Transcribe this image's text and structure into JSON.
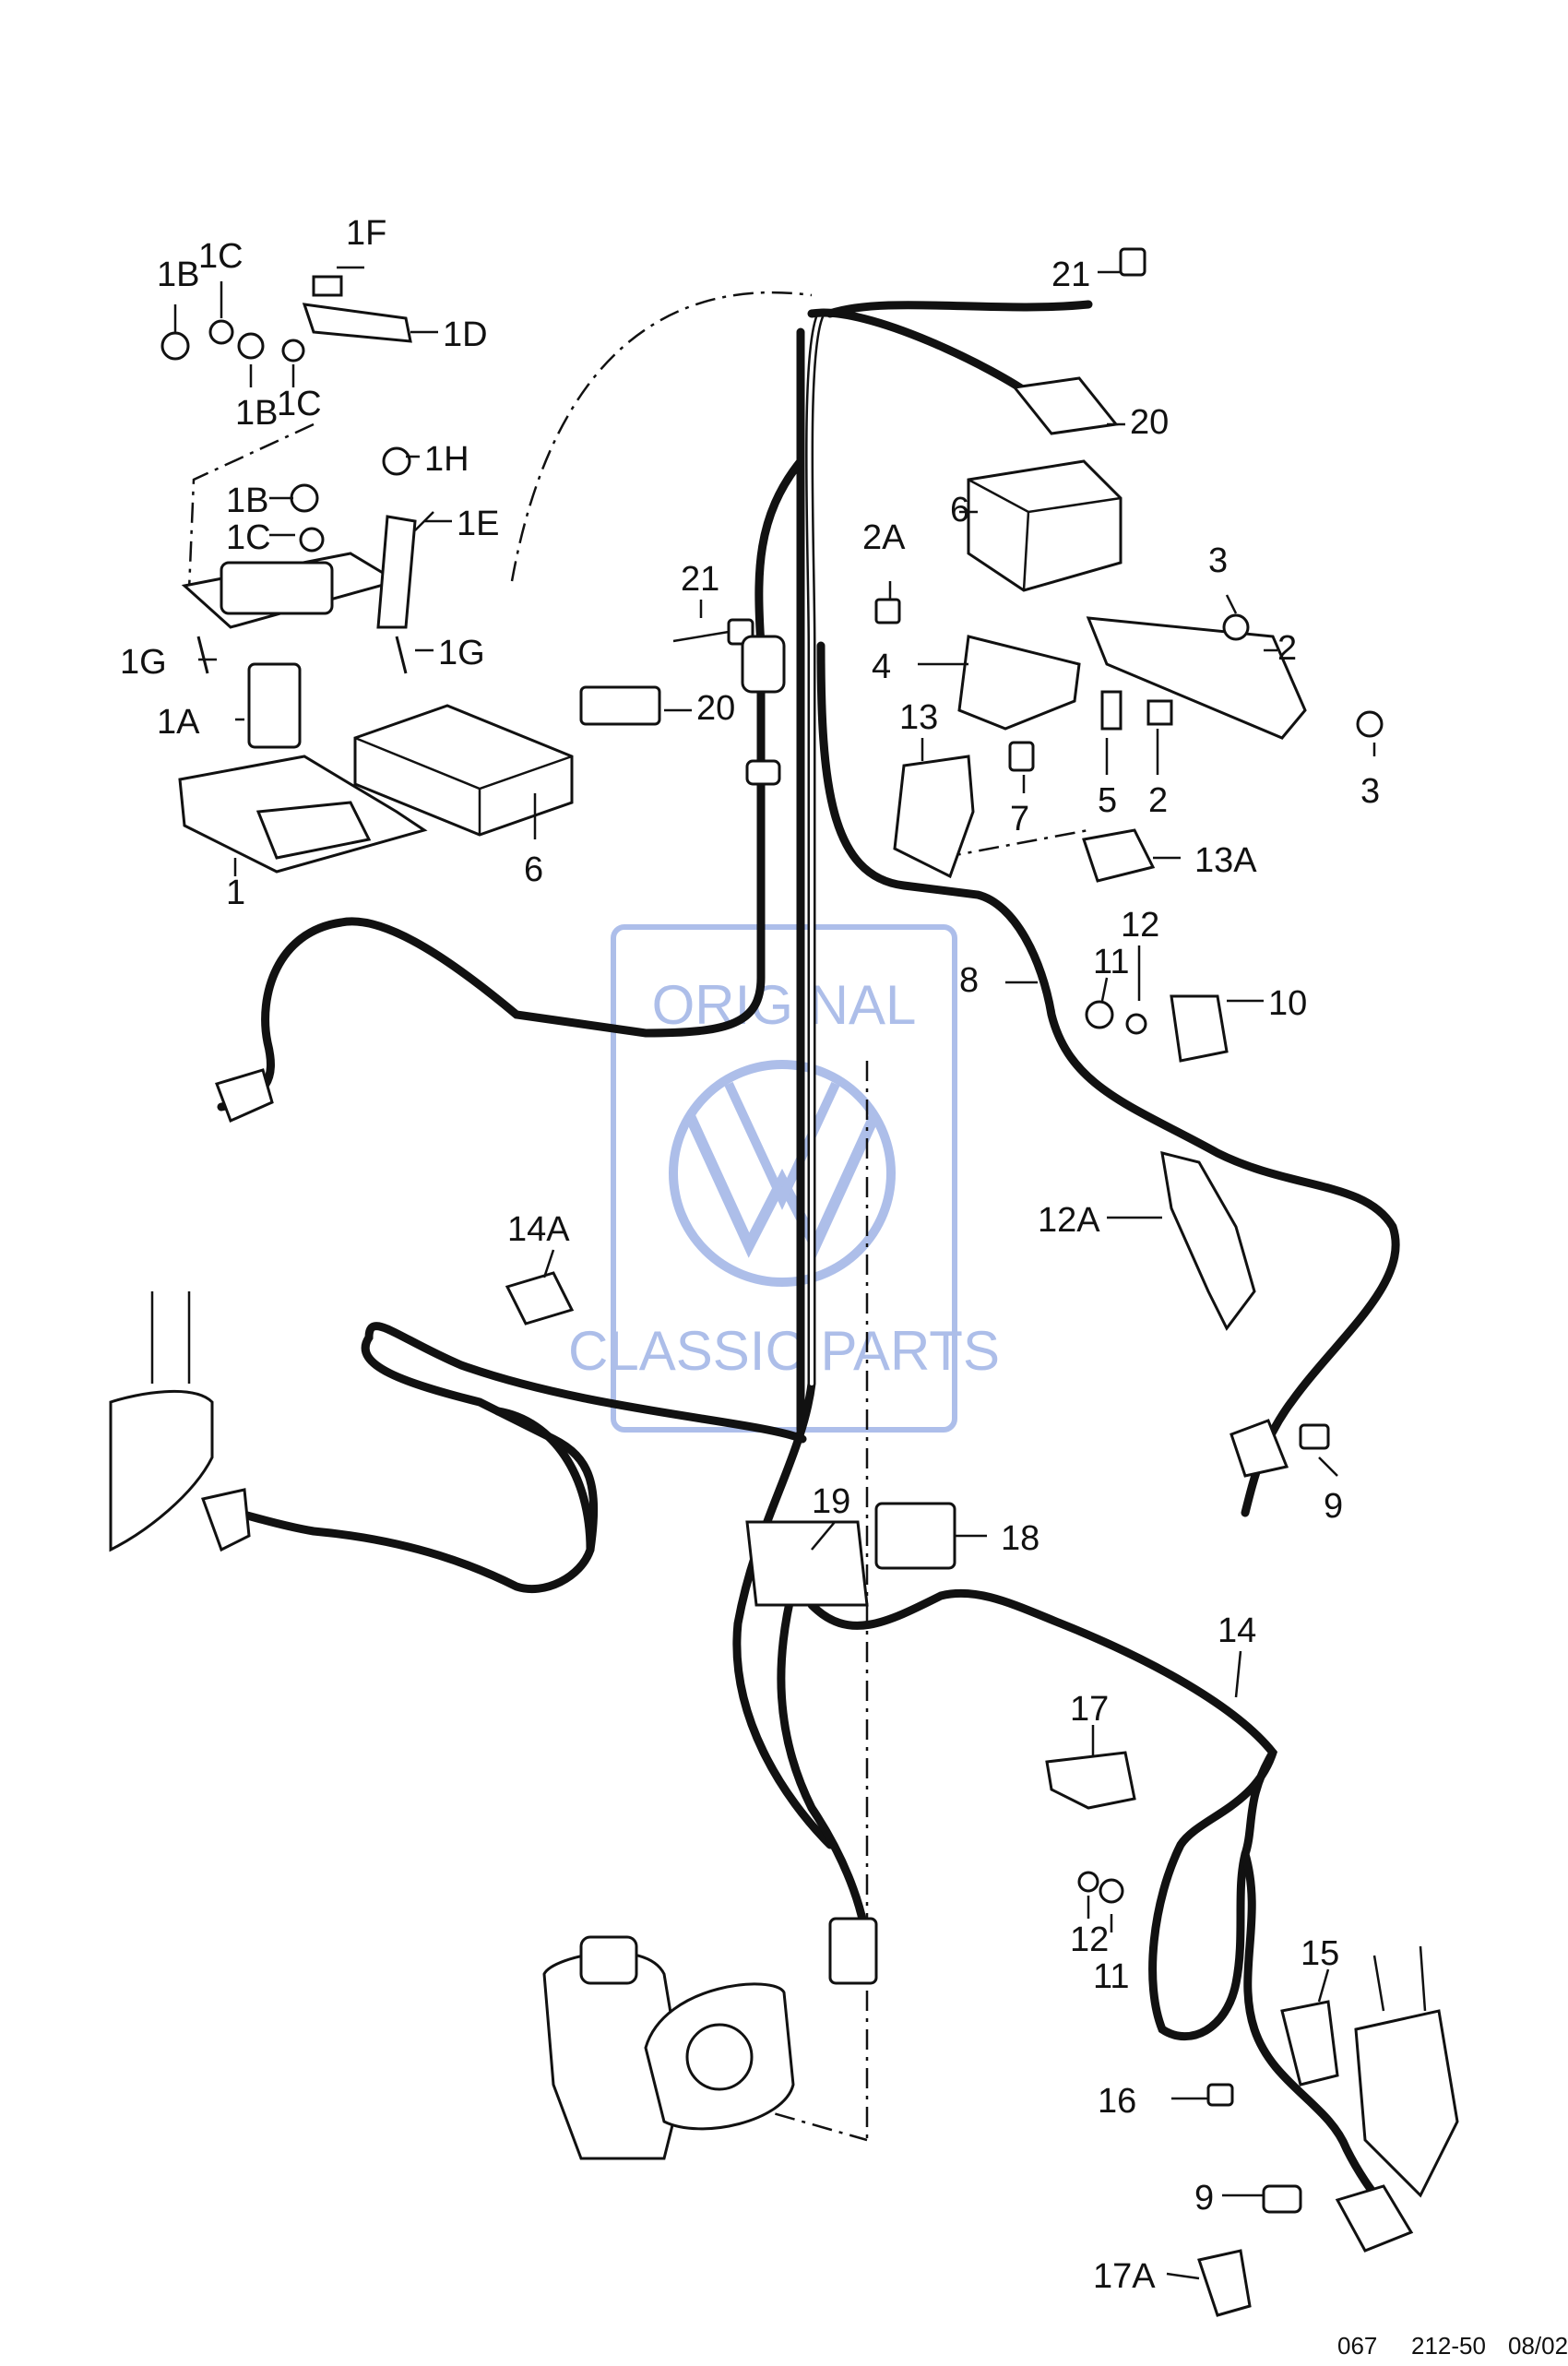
{
  "diagram": {
    "labels": {
      "l1F": "1F",
      "l1C_top": "1C",
      "l1B_top": "1B",
      "l1D": "1D",
      "l1B_mid": "1B",
      "l1C_mid": "1C",
      "l1H": "1H",
      "l1E": "1E",
      "l1B_low": "1B",
      "l1C_low": "1C",
      "l1G_left": "1G",
      "l1G_right": "1G",
      "l1A": "1A",
      "l1": "1",
      "l6_left": "6",
      "l20_left": "20",
      "l21_mid": "21",
      "l21_top": "21",
      "l20_top": "20",
      "l6_right": "6",
      "l2A": "2A",
      "l3_top": "3",
      "l2_right": "2",
      "l4": "4",
      "l13": "13",
      "l7": "7",
      "l5": "5",
      "l2_low": "2",
      "l3_low": "3",
      "l13A": "13A",
      "l12_top": "12",
      "l11_top": "11",
      "l8": "8",
      "l10": "10",
      "l12A": "12A",
      "l14A": "14A",
      "l9_mid": "9",
      "l19": "19",
      "l18": "18",
      "l14": "14",
      "l17": "17",
      "l12_low": "12",
      "l11_low": "11",
      "l15": "15",
      "l16": "16",
      "l9_low": "9",
      "l17A": "17A"
    },
    "watermark": {
      "top": "ORIGINAL",
      "bottom": "CLASSIC PARTS",
      "color": "#9fb3e6"
    },
    "footer": {
      "code1": "067",
      "code2": "212-50",
      "date": "08/02"
    }
  }
}
